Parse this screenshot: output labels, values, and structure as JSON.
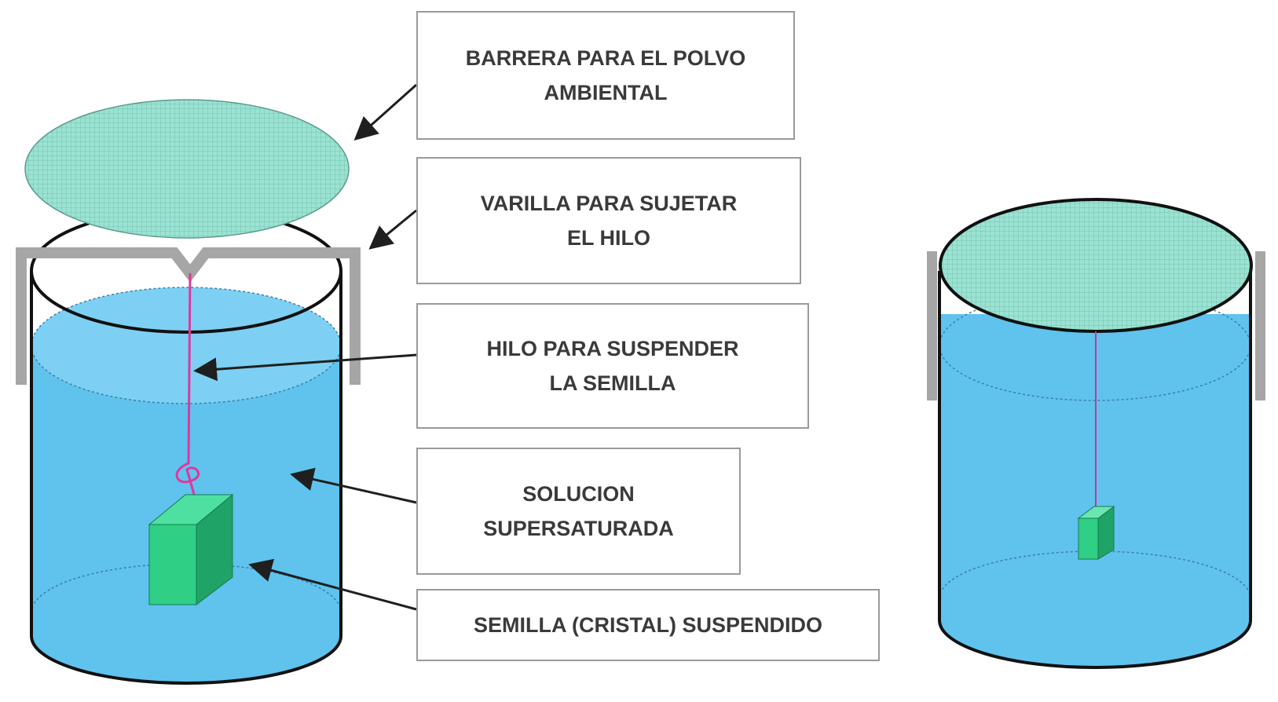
{
  "labels": {
    "barrera": "BARRERA PARA EL POLVO\nAMBIENTAL",
    "varilla": "VARILLA PARA SUJETAR\nEL HILO",
    "hilo": "HILO PARA SUSPENDER\nLA SEMILLA",
    "solucion": "SOLUCION\nSUPERSATURADA",
    "semilla": "SEMILLA (CRISTAL) SUSPENDIDO"
  },
  "colors": {
    "water": "#5fc3ee",
    "water_top": "#77cdf2",
    "lid": "#8fe0cf",
    "rod": "#a6a6a6",
    "crystal_front": "#2fcf86",
    "crystal_side": "#1fa367",
    "thread": "#e0379b",
    "arrow": "#1f1f1f"
  }
}
